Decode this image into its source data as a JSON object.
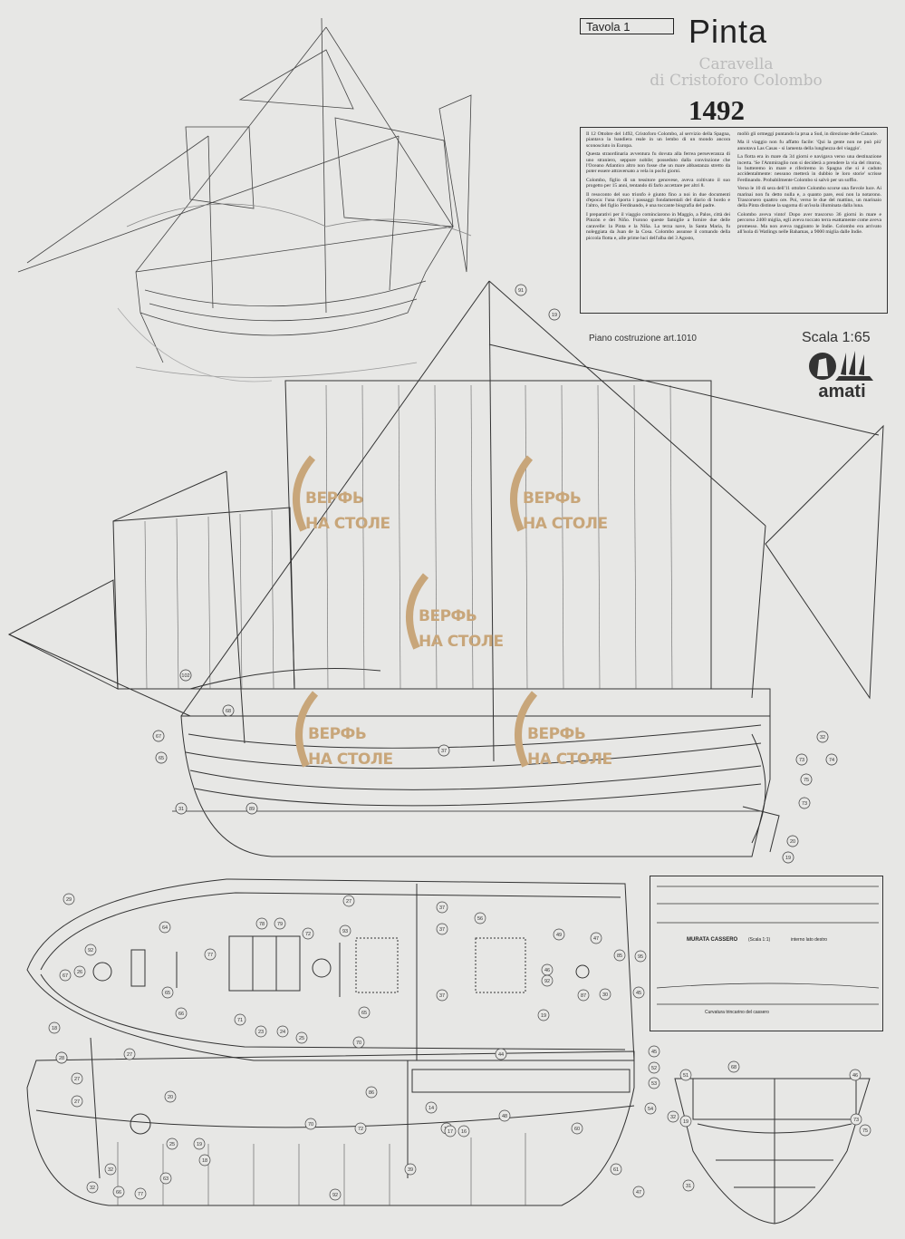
{
  "header": {
    "tavola": "Tavola 1",
    "title": "Pinta",
    "subtitle_line1": "Caravella",
    "subtitle_line2": "di Cristoforo Colombo",
    "year": "1492"
  },
  "history": {
    "paragraphs": [
      "Il 12 Ottobre del 1492, Cristoforo Colombo, al servizio della Spagna, piantava la bandiera reale in un lembo di un mondo ancora sconosciuto in Europa.",
      "Questa straordinaria avventura fu dovuta alla ferrea perseveranza di uno straniero, seppure nobile; posseduto dalla convinzione che l'Oceano Atlantico altro non fosse che un mare abbastanza stretto da poter essere attraversato a vela in pochi giorni.",
      "Colombo, figlio di un tessitore genovese, aveva coltivato il suo progetto per 15 anni, tentando di farlo accettare per altri 8.",
      "Il resoconto del suo trionfo è giunto fino a noi in due documenti d'epoca: l'una riporta i passaggi fondamentali del diario di bordo e l'altro, del figlio Ferdinando, è una toccante biografia del padre.",
      "I preparativi per il viaggio cominciarono in Maggio, a Palos, città dei Pinzón e dei Niño. Furono queste famiglie a fornire due delle caravelle: la Pinta e la Niña. La terza nave, la Santa Maria, fu noleggiata da Juan de la Cosa. Colombo assunse il comando della piccola flotta e, alle prime luci dell'alba del 3 Agosto,",
      "mollò gli ormeggi puntando la prua a Sud, in direzione delle Canarie.",
      "Ma il viaggio non fu affatto facile: 'Qui la gente non ne può più' annotava Las Casas - si lamenta della lunghezza del viaggio'.",
      "La flotta era in mare da 34 giorni e navigava verso una destinazione incerta. 'Se l'Ammiraglio non si deciderà a prendere la via del ritorno, lo butteremo in mare e riferiremo in Spagna che si è caduto accidentalmente: nessuno metterà in dubbio le loro storie' scrisse Ferdinando. Probabilmente Colombo si salvò per un soffio.",
      "Verso le 10 di sera dell'11 ottobre Colombo scorse una fievole luce. Ai marinai non fu detto nulla e, a quanto pare, essi non la notarono. Trascorsero quattro ore. Poi, verso le due del mattino, un marinaio della Pinta distinse la sagoma di un'isola illuminata dalla luna.",
      "Colombo aveva vinto! Dopo aver trascorso 36 giorni in mare e percorso 2400 miglia, egli aveva toccato terra esattamente come aveva promesso. Ma non aveva raggiunto le Indie. Colombo era arrivato all'isola di Watlings nelle Bahamas, a 9000 miglia dalle Indie."
    ]
  },
  "plan": {
    "piano_label": "Piano costruzione art.1010",
    "scala_label": "Scala 1:65"
  },
  "brand": {
    "name": "amati"
  },
  "murata": {
    "title": "MURATA CASSERO",
    "scale": "(Scala 1:1)",
    "side": "interno lato destro",
    "curvatura": "Curvatura trincarino del cassero"
  },
  "watermark": {
    "line1": "ВЕРФЬ",
    "line2": "НА СТОЛЕ"
  },
  "part_numbers": {
    "side_view": [
      "91",
      "19",
      "102",
      "68",
      "67",
      "65",
      "37",
      "32",
      "73",
      "74",
      "75",
      "73",
      "20",
      "19",
      "31",
      "89"
    ],
    "deck_plan": [
      "29",
      "37",
      "37",
      "67",
      "92",
      "26",
      "27",
      "64",
      "77",
      "65",
      "66",
      "71",
      "78",
      "79",
      "93",
      "37",
      "56",
      "49",
      "95",
      "85",
      "45",
      "46",
      "92",
      "87",
      "30",
      "47",
      "27",
      "23",
      "24",
      "25",
      "19",
      "18",
      "28",
      "72",
      "70",
      "65"
    ],
    "profile": [
      "28",
      "27",
      "27",
      "20",
      "25",
      "19",
      "18",
      "32",
      "32",
      "66",
      "77",
      "63",
      "70",
      "72",
      "92",
      "86",
      "39",
      "44",
      "45",
      "52",
      "53",
      "54",
      "16",
      "14",
      "17",
      "16",
      "48",
      "60",
      "61",
      "47"
    ],
    "section": [
      "51",
      "68",
      "46",
      "32",
      "19",
      "73",
      "75",
      "31"
    ]
  }
}
